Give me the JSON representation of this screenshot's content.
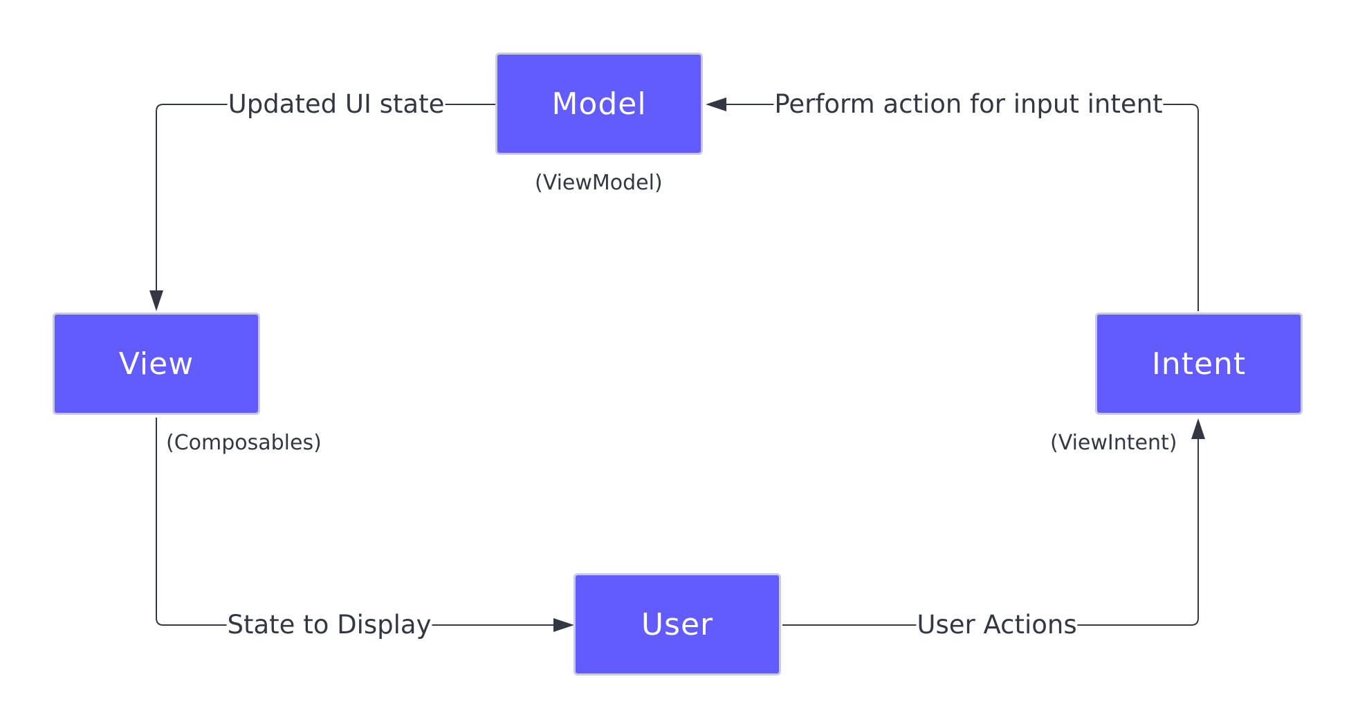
{
  "colors": {
    "node_fill": "#625cff",
    "node_border": "#c8cbe2",
    "edge": "#333741",
    "background": "#ffffff"
  },
  "nodes": {
    "model": {
      "label": "Model",
      "caption": "(ViewModel)"
    },
    "view": {
      "label": "View",
      "caption": "(Composables)"
    },
    "intent": {
      "label": "Intent",
      "caption": "(ViewIntent)"
    },
    "user": {
      "label": "User"
    }
  },
  "edges": {
    "model_to_view": "Updated UI state",
    "intent_to_model": "Perform action for input intent",
    "view_to_user": "State to Display",
    "user_to_intent": "User Actions"
  }
}
